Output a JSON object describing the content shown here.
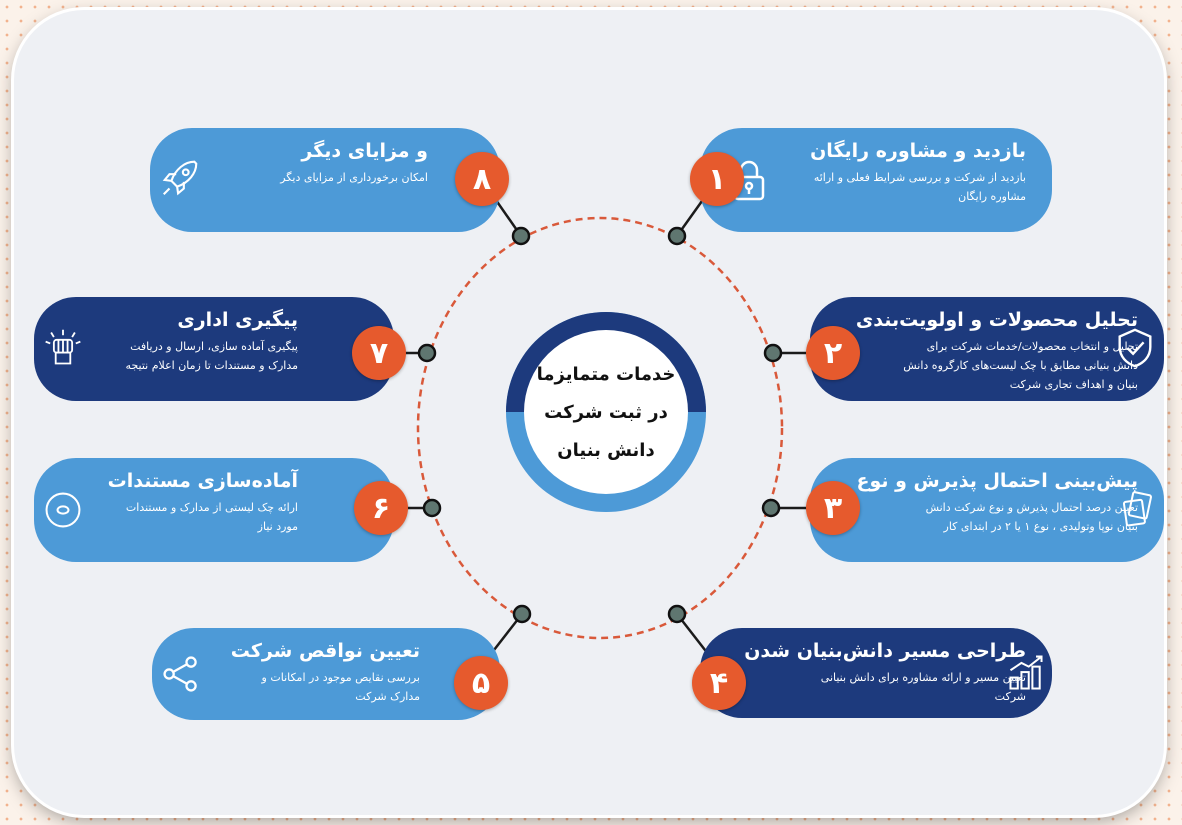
{
  "center": {
    "line1": "خدمات متمایزما",
    "line2": "در ثبت شرکت",
    "line3": "دانش بنیان"
  },
  "colors": {
    "light_box": "#4d9ad7",
    "dark_box": "#1d3a7d",
    "badge": "#e65a2d",
    "dashed_circle": "#d9593a",
    "ring_dark": "#1d3a7d",
    "ring_light": "#4d9ad7"
  },
  "items": [
    {
      "number": "۱",
      "title": "بازدید و مشاوره رایگان",
      "desc": "بازدید از شرکت و بررسی شرایط فعلی و ارائه مشاوره رایگان",
      "icon": "lock-icon",
      "style": "light"
    },
    {
      "number": "۲",
      "title": "تحلیل محصولات و اولویت‌بندی",
      "desc": "تحلیل و انتخاب محصولات/خدمات شرکت برای دانش بنیانی مطابق با چک لیست‌های کارگروه دانش بنیان و اهداف تجاری شرکت",
      "icon": "shield-check-icon",
      "style": "dark"
    },
    {
      "number": "۳",
      "title": "پیش‌بینی احتمال پذیرش و نوع",
      "desc": "تعیین درصد احتمال پذیرش و نوع شرکت دانش بنیان نوپا وتولیدی ، نوع ۱ یا ۲ در ابتدای کار",
      "icon": "documents-icon",
      "style": "light"
    },
    {
      "number": "۴",
      "title": "طراحی مسیر دانش‌بنیان شدن",
      "desc": "تعیین مسیر و ارائه مشاوره برای دانش بنیانی شرکت",
      "icon": "growth-chart-icon",
      "style": "dark"
    },
    {
      "number": "۵",
      "title": "تعیین نواقص شرکت",
      "desc": "بررسی نقایص موجود در امکانات و مدارک شرکت",
      "icon": "share-icon",
      "style": "light"
    },
    {
      "number": "۶",
      "title": "آماده‌سازی مستندات",
      "desc": "ارائه چک لیستی از مدارک و مستندات مورد نیاز",
      "icon": "clock-icon",
      "style": "light"
    },
    {
      "number": "۷",
      "title": "پیگیری اداری",
      "desc": "پیگیری آماده سازی، ارسال و دریافت مدارک و مستندات تا زمان اعلام نتیجه",
      "icon": "fist-icon",
      "style": "dark"
    },
    {
      "number": "۸",
      "title": "و مزایای دیگر",
      "desc": "امکان برخورداری از مزایای دیگر",
      "icon": "rocket-icon",
      "style": "light"
    }
  ]
}
